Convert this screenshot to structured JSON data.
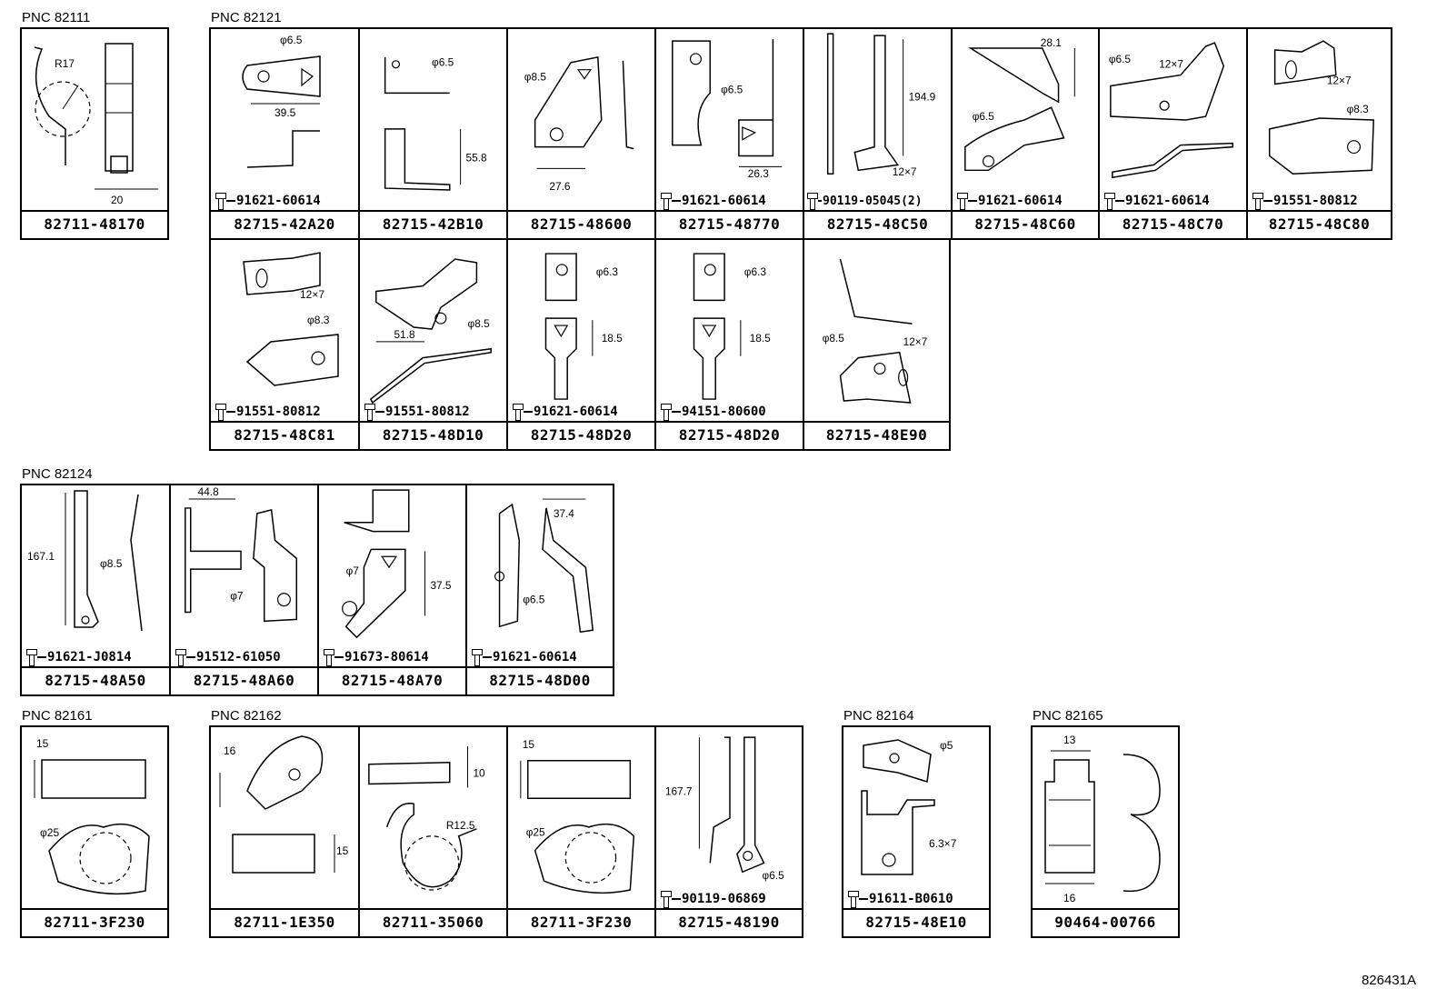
{
  "groups": [
    {
      "pnc": "PNC 82111",
      "tiles": [
        {
          "part": "82711-48170",
          "bolt": "",
          "dims": [
            "R17",
            "20"
          ]
        }
      ]
    },
    {
      "pnc": "PNC 82121",
      "tiles": [
        {
          "part": "82715-42A20",
          "bolt": "91621-60614",
          "dims": [
            "φ6.5",
            "39.5"
          ]
        },
        {
          "part": "82715-42B10",
          "bolt": "",
          "dims": [
            "φ6.5",
            "55.8"
          ]
        },
        {
          "part": "82715-48600",
          "bolt": "",
          "dims": [
            "φ8.5",
            "27.6"
          ]
        },
        {
          "part": "82715-48770",
          "bolt": "91621-60614",
          "dims": [
            "φ6.5",
            "26.3"
          ]
        },
        {
          "part": "82715-48C50",
          "bolt": "90119-05045(2)",
          "dims": [
            "194.9",
            "12×7"
          ]
        },
        {
          "part": "82715-48C60",
          "bolt": "91621-60614",
          "dims": [
            "28.1",
            "φ6.5"
          ]
        },
        {
          "part": "82715-48C70",
          "bolt": "91621-60614",
          "dims": [
            "φ6.5",
            "12×7"
          ]
        },
        {
          "part": "82715-48C80",
          "bolt": "91551-80812",
          "dims": [
            "12×7",
            "φ8.3"
          ]
        },
        {
          "part": "82715-48C81",
          "bolt": "91551-80812",
          "dims": [
            "12×7",
            "φ8.3"
          ]
        },
        {
          "part": "82715-48D10",
          "bolt": "91551-80812",
          "dims": [
            "51.8",
            "φ8.5"
          ]
        },
        {
          "part": "82715-48D20",
          "bolt": "91621-60614",
          "dims": [
            "φ6.3",
            "18.5"
          ]
        },
        {
          "part": "82715-48D20",
          "bolt": "94151-80600",
          "dims": [
            "φ6.3",
            "18.5"
          ]
        },
        {
          "part": "82715-48E90",
          "bolt": "",
          "dims": [
            "φ8.5",
            "12×7"
          ]
        }
      ]
    },
    {
      "pnc": "PNC 82124",
      "tiles": [
        {
          "part": "82715-48A50",
          "bolt": "91621-J0814",
          "dims": [
            "167.1",
            "φ8.5"
          ]
        },
        {
          "part": "82715-48A60",
          "bolt": "91512-61050",
          "dims": [
            "44.8",
            "φ7"
          ]
        },
        {
          "part": "82715-48A70",
          "bolt": "91673-80614",
          "dims": [
            "φ7",
            "37.5"
          ]
        },
        {
          "part": "82715-48D00",
          "bolt": "91621-60614",
          "dims": [
            "37.4",
            "φ6.5"
          ]
        }
      ]
    },
    {
      "pnc": "PNC 82161",
      "tiles": [
        {
          "part": "82711-3F230",
          "bolt": "",
          "dims": [
            "15",
            "φ25"
          ]
        }
      ]
    },
    {
      "pnc": "PNC 82162",
      "tiles": [
        {
          "part": "82711-1E350",
          "bolt": "",
          "dims": [
            "16",
            "15"
          ]
        },
        {
          "part": "82711-35060",
          "bolt": "",
          "dims": [
            "10",
            "R12.5"
          ]
        },
        {
          "part": "82711-3F230",
          "bolt": "",
          "dims": [
            "15",
            "φ25"
          ]
        },
        {
          "part": "82715-48190",
          "bolt": "90119-06869",
          "dims": [
            "167.7",
            "φ6.5"
          ]
        }
      ]
    },
    {
      "pnc": "PNC 82164",
      "tiles": [
        {
          "part": "82715-48E10",
          "bolt": "91611-B0610",
          "dims": [
            "φ5",
            "6.3×7"
          ]
        }
      ]
    },
    {
      "pnc": "PNC 82165",
      "tiles": [
        {
          "part": "90464-00766",
          "bolt": "",
          "dims": [
            "13",
            "16"
          ]
        }
      ]
    }
  ],
  "reference": "826431A"
}
